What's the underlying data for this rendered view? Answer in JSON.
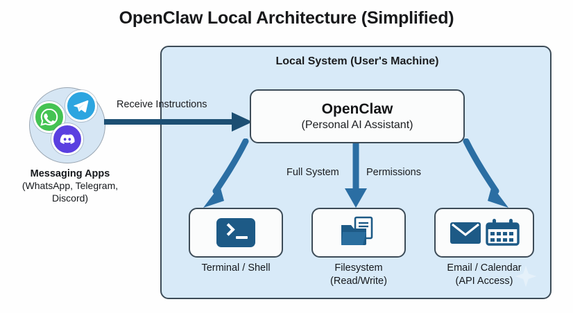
{
  "title": "OpenClaw Local Architecture (Simplified)",
  "panel": {
    "title": "Local System (User's Machine)"
  },
  "source_node": {
    "name": "Messaging Apps",
    "detail": "(WhatsApp, Telegram,",
    "detail_line2": "Discord)",
    "apps": [
      {
        "name": "WhatsApp",
        "icon": "whatsapp-icon",
        "color": "#45c353"
      },
      {
        "name": "Telegram",
        "icon": "telegram-icon",
        "color": "#2ca5e0"
      },
      {
        "name": "Discord",
        "icon": "discord-icon",
        "color": "#5a3fe0"
      }
    ]
  },
  "edges": {
    "receive": "Receive Instructions",
    "permissions_left": "Full System",
    "permissions_right": "Permissions"
  },
  "central_node": {
    "title": "OpenClaw",
    "subtitle": "(Personal AI Assistant)"
  },
  "capabilities": [
    {
      "icon": "terminal-icon",
      "label": "Terminal / Shell",
      "label_line2": ""
    },
    {
      "icon": "folder-document-icon",
      "label": "Filesystem",
      "label_line2": "(Read/Write)"
    },
    {
      "icon": "email-calendar-icon",
      "label": "Email / Calendar",
      "label_line2": "(API Access)"
    }
  ],
  "colors": {
    "panel_fill": "#d8eaf8",
    "panel_border": "#3c4b57",
    "card_fill": "#fbfcfc",
    "arrow_dark": "#1d4f73",
    "arrow_blue": "#2b6ea3",
    "icon_blue": "#1d5a86"
  },
  "watermark": "sparkle-icon"
}
